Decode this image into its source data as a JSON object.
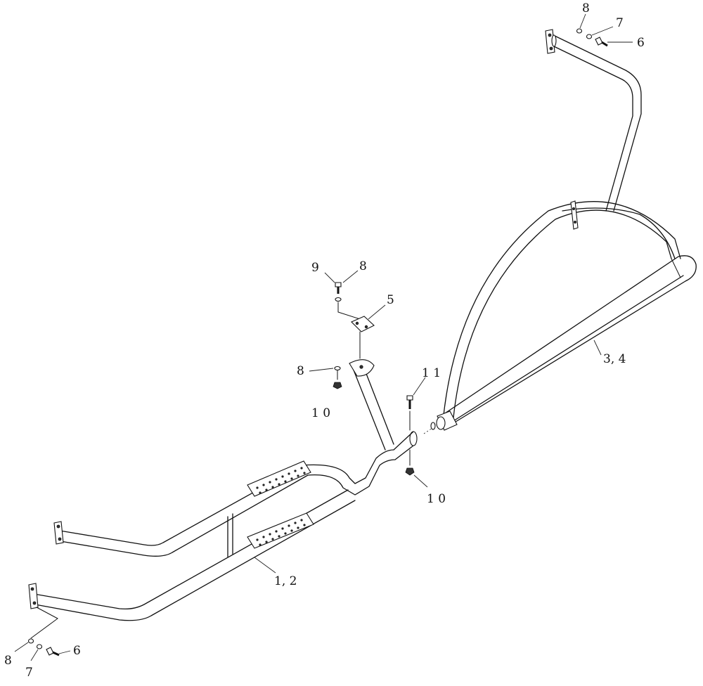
{
  "callouts": {
    "c_8_top": "8",
    "c_7_top": "7",
    "c_6_top": "6",
    "c_9_mid": "9",
    "c_8_mid": "8",
    "c_5": "5",
    "c_8_left": "8",
    "c_10_left": "1 0",
    "c_11": "1 1",
    "c_10_right": "1 0",
    "c_34": "3, 4",
    "c_12": "1, 2",
    "c_8_bottom": "8",
    "c_7_bottom": "7",
    "c_6_bottom": "6"
  }
}
